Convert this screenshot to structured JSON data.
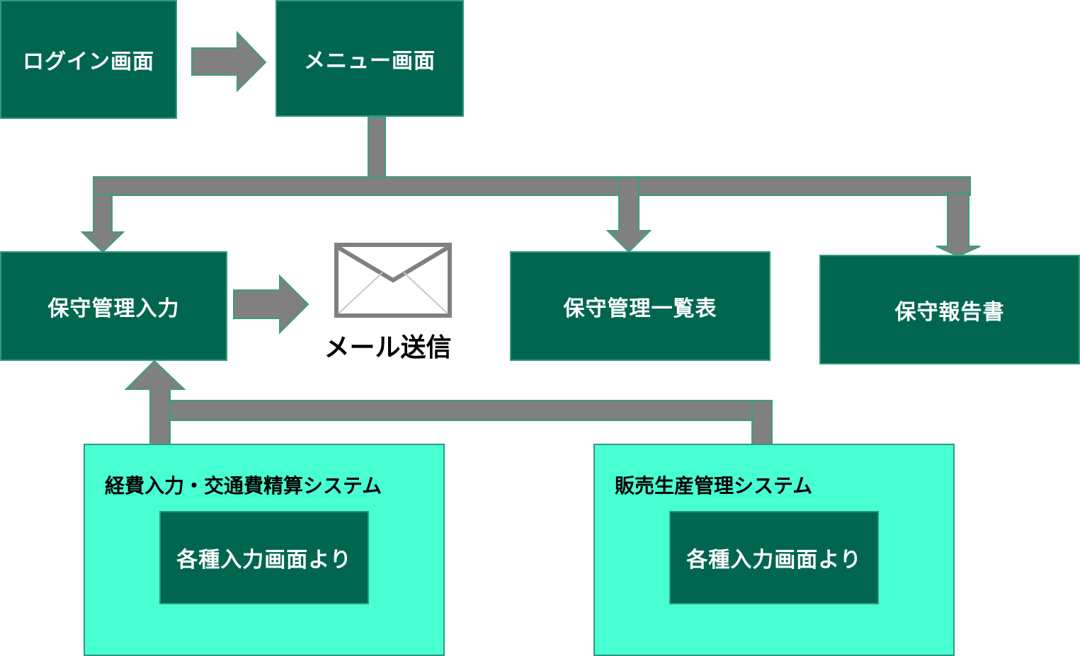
{
  "nodes": {
    "login": "ログイン画面",
    "menu": "メニュー画面",
    "maintenance_input": "保守管理入力",
    "maintenance_list": "保守管理一覧表",
    "maintenance_report": "保守報告書"
  },
  "mail": {
    "label": "メール送信",
    "icon": "mail-envelope-icon"
  },
  "systems": [
    {
      "title": "経費入力・交通費精算システム",
      "inner_label": "各種入力画面より"
    },
    {
      "title": "販売生産管理システム",
      "inner_label": "各種入力画面より"
    }
  ],
  "colors": {
    "node_fill": "#006650",
    "node_border": "#2e9a7c",
    "system_fill": "#48ffd4",
    "arrow": "#808080"
  }
}
